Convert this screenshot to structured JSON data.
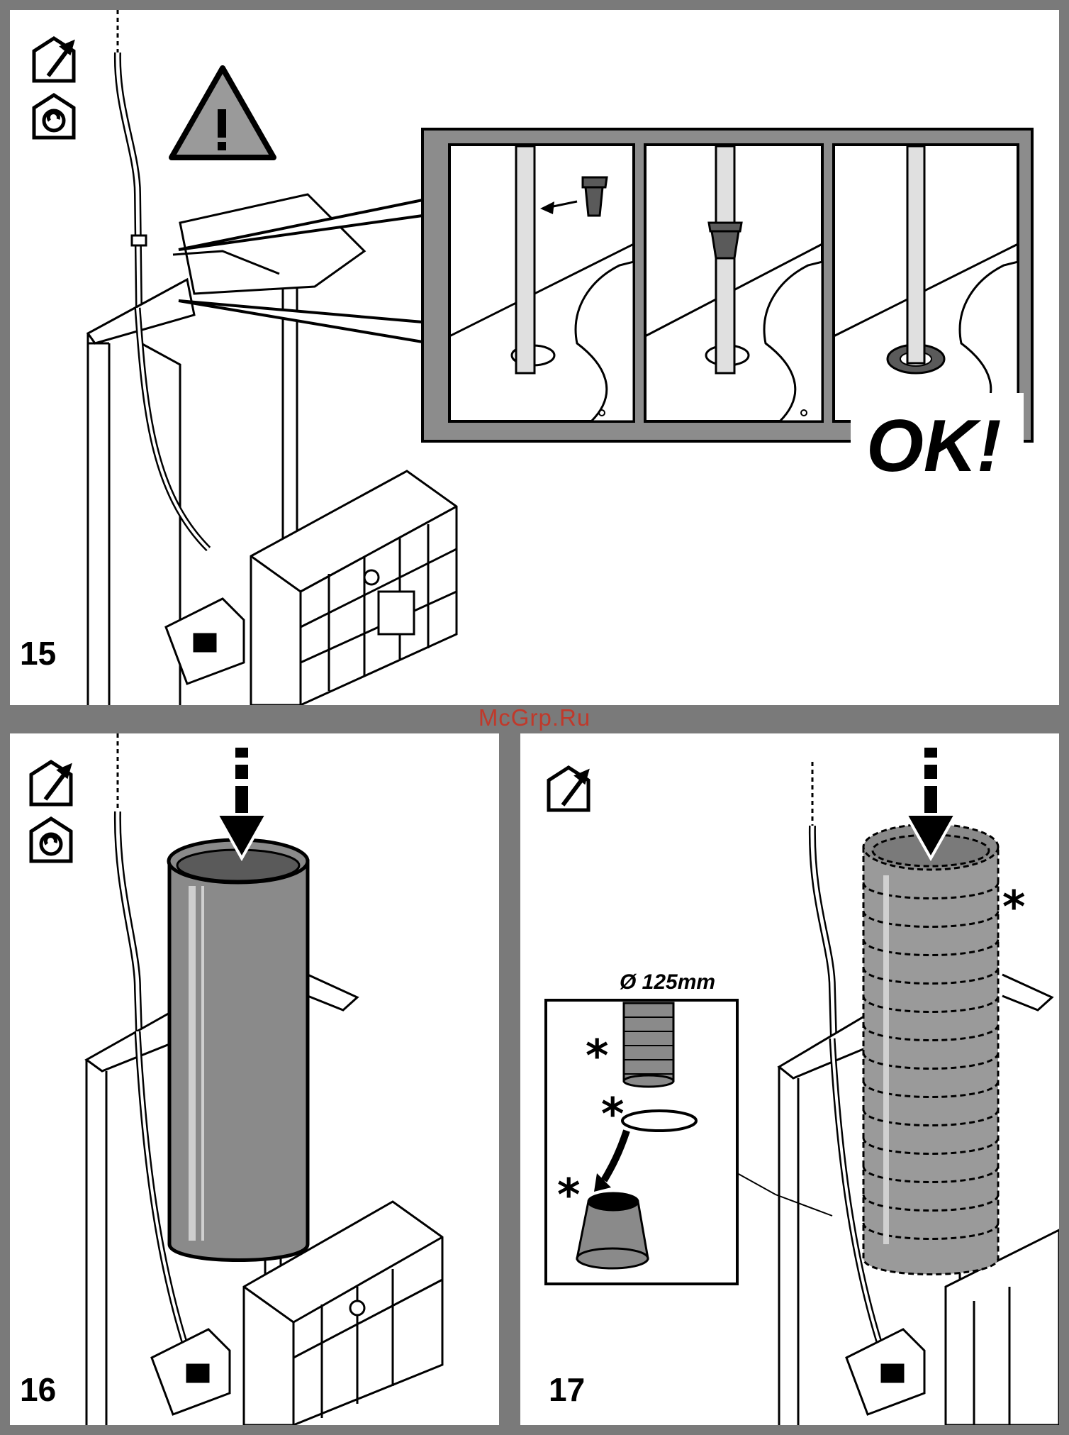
{
  "panels": {
    "p15": {
      "step": "15",
      "status_text": "OK!"
    },
    "p16": {
      "step": "16"
    },
    "p17": {
      "step": "17",
      "diameter_label": "Ø 125mm",
      "marker": "*"
    }
  },
  "watermark": "McGrp.Ru",
  "icons": [
    "extraction-mode-icon",
    "recirculation-mode-icon",
    "warning-icon"
  ],
  "colors": {
    "panel_border": "#7a7a7a",
    "chimney_fill": "#8a8a8a",
    "line": "#000000"
  }
}
